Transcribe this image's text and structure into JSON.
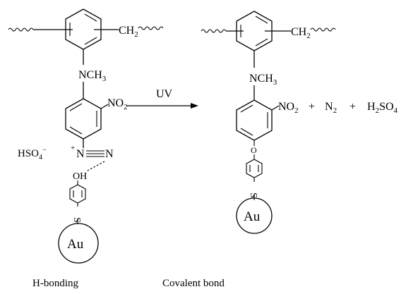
{
  "reactant": {
    "polymer_ch2": "CH",
    "polymer_ch2_sub": "2",
    "amine_n": "N",
    "amine_ch3": "CH",
    "amine_ch3_sub": "3",
    "nitro": "NO",
    "nitro_sub": "2",
    "counterion": "HSO",
    "counterion_sub": "4",
    "counterion_sup": "−",
    "diazo_plus": "+",
    "diazo_n1": "N",
    "diazo_n2": "N",
    "hydroxyl": "OH",
    "thiol_s": "S",
    "gold": "Au"
  },
  "arrow": {
    "label": "UV"
  },
  "product": {
    "polymer_ch2": "CH",
    "polymer_ch2_sub": "2",
    "amine_n": "N",
    "amine_ch3": "CH",
    "amine_ch3_sub": "3",
    "nitro": "NO",
    "nitro_sub": "2",
    "ether_o": "O",
    "thiol_s": "S",
    "gold": "Au"
  },
  "byproducts": {
    "plus1": "+",
    "n2": "N",
    "n2_sub": "2",
    "plus2": "+",
    "h2so4_h": "H",
    "h2so4_h_sub": "2",
    "h2so4_so": "SO",
    "h2so4_so_sub": "4"
  },
  "captions": {
    "left": "H-bonding",
    "right": "Covalent bond"
  }
}
